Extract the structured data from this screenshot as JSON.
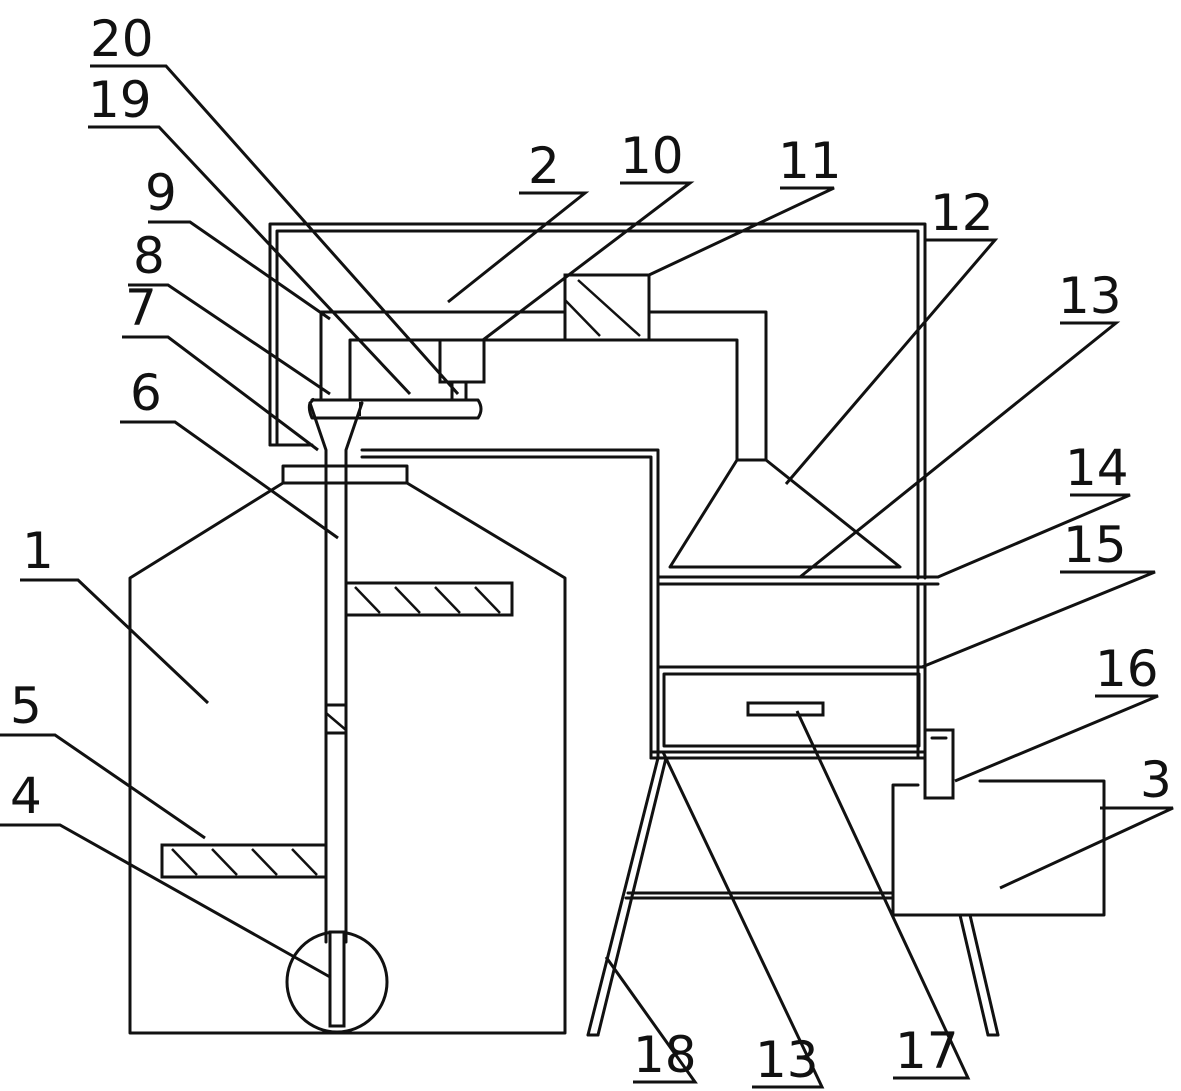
{
  "labels": {
    "l1": "1",
    "l2": "2",
    "l3": "3",
    "l4": "4",
    "l5": "5",
    "l6": "6",
    "l7": "7",
    "l8": "8",
    "l9": "9",
    "l10": "10",
    "l11": "11",
    "l12": "12",
    "l13a": "13",
    "l13b": "13",
    "l14": "14",
    "l15": "15",
    "l16": "16",
    "l17": "17",
    "l18": "18",
    "l19": "19",
    "l20": "20"
  },
  "colors": {
    "line": "#111111",
    "background": "#ffffff"
  }
}
